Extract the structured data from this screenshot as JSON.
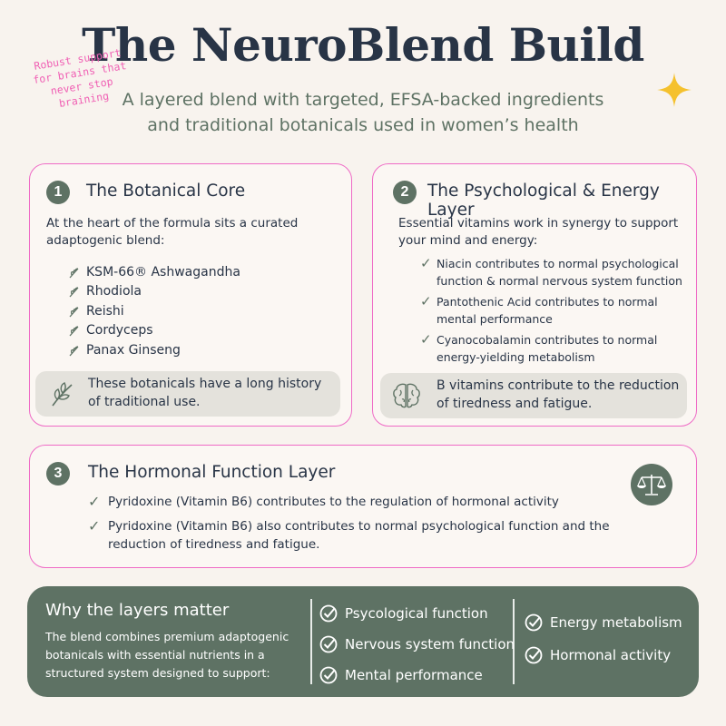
{
  "header": {
    "title": "The NeuroBlend Build",
    "subtitle": "A layered blend with targeted, EFSA-backed ingredients and traditional botanicals used in women’s health",
    "side_note": "Robust support for brains that never stop braining"
  },
  "cards": [
    {
      "number": "1",
      "title": "The Botanical Core",
      "intro": "At the heart of the formula sits a curated adaptogenic blend:",
      "items": [
        "KSM-66® Ashwagandha",
        "Rhodiola",
        "Reishi",
        "Cordyceps",
        "Panax Ginseng"
      ],
      "item_icon": "leaf-icon",
      "callout_icon": "herb-icon",
      "callout": "These botanicals have a long history of traditional use."
    },
    {
      "number": "2",
      "title": "The Psychological & Energy Layer",
      "intro": "Essential vitamins work in synergy to support your mind and energy:",
      "items": [
        "Niacin contributes to normal psychological function & normal nervous system function",
        "Pantothenic Acid contributes to normal mental performance",
        "Cyanocobalamin contributes to normal energy-yielding metabolism"
      ],
      "item_icon": "check-icon",
      "callout_icon": "brain-icon",
      "callout": "B vitamins contribute to the reduction of tiredness and fatigue."
    },
    {
      "number": "3",
      "title": "The Hormonal Function Layer",
      "items": [
        "Pyridoxine (Vitamin B6) contributes to the regulation of hormonal activity",
        "Pyridoxine (Vitamin B6) also contributes to normal psychological function and the reduction of tiredness and fatigue."
      ],
      "item_icon": "check-icon",
      "badge_icon": "scales-icon"
    }
  ],
  "band": {
    "title": "Why the layers matter",
    "text": "The blend combines premium adaptogenic botanicals with essential nutrients in a structured system designed to support:",
    "col1": [
      "Psycological function",
      "Nervous system function",
      "Mental performance"
    ],
    "col2": [
      "Energy metabolism",
      "Hormonal activity"
    ],
    "item_icon": "check-circle-icon"
  },
  "colors": {
    "background": "#f8f3ee",
    "navy": "#283446",
    "sage": "#5e7264",
    "pink": "#ef6bc6",
    "callout": "#e4e2dc",
    "gold": "#f5c12e"
  }
}
